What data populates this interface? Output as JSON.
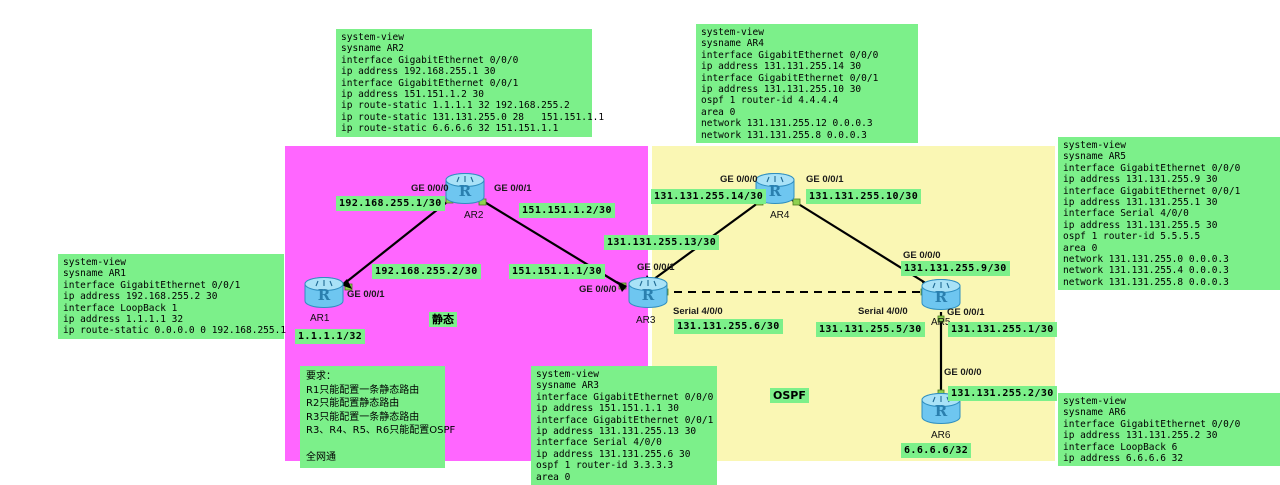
{
  "regions": {
    "static": {
      "label": "静态"
    },
    "ospf": {
      "label": "OSPF"
    }
  },
  "requirements": {
    "text": "要求：\nR1只能配置一条静态路由\nR2只能配置静态路由\nR3只能配置一条静态路由\nR3、R4、R5、R6只能配置OSPF\n\n全网通"
  },
  "configs": {
    "ar1": "system-view\nsysname AR1\ninterface GigabitEthernet 0/0/1\nip address 192.168.255.2 30\ninterface LoopBack 1\nip address 1.1.1.1 32\nip route-static 0.0.0.0 0 192.168.255.1",
    "ar2": "system-view\nsysname AR2\ninterface GigabitEthernet 0/0/0\nip address 192.168.255.1 30\ninterface GigabitEthernet 0/0/1\nip address 151.151.1.2 30\nip route-static 1.1.1.1 32 192.168.255.2\nip route-static 131.131.255.0 28   151.151.1.1\nip route-static 6.6.6.6 32 151.151.1.1",
    "ar3": "system-view\nsysname AR3\ninterface GigabitEthernet 0/0/0\nip address 151.151.1.1 30\ninterface GigabitEthernet 0/0/1\nip address 131.131.255.13 30\ninterface Serial 4/0/0\nip address 131.131.255.6 30\nospf 1 router-id 3.3.3.3\narea 0",
    "ar4": "system-view\nsysname AR4\ninterface GigabitEthernet 0/0/0\nip address 131.131.255.14 30\ninterface GigabitEthernet 0/0/1\nip address 131.131.255.10 30\nospf 1 router-id 4.4.4.4\narea 0\nnetwork 131.131.255.12 0.0.0.3\nnetwork 131.131.255.8 0.0.0.3",
    "ar5": "system-view\nsysname AR5\ninterface GigabitEthernet 0/0/0\nip address 131.131.255.9 30\ninterface GigabitEthernet 0/0/1\nip address 131.131.255.1 30\ninterface Serial 4/0/0\nip address 131.131.255.5 30\nospf 1 router-id 5.5.5.5\narea 0\nnetwork 131.131.255.0 0.0.0.3\nnetwork 131.131.255.4 0.0.0.3\nnetwork 131.131.255.8 0.0.0.3",
    "ar6": "system-view\nsysname AR6\ninterface GigabitEthernet 0/0/0\nip address 131.131.255.2 30\ninterface LoopBack 6\nip address 6.6.6.6 32"
  },
  "routers": {
    "ar1": {
      "name": "AR1"
    },
    "ar2": {
      "name": "AR2"
    },
    "ar3": {
      "name": "AR3"
    },
    "ar4": {
      "name": "AR4"
    },
    "ar5": {
      "name": "AR5"
    },
    "ar6": {
      "name": "AR6"
    }
  },
  "ip_labels": {
    "ar2_g000": "192.168.255.1/30",
    "ar2_g001": "151.151.1.2/30",
    "ar1_g001": "192.168.255.2/30",
    "ar1_loop": "1.1.1.1/32",
    "ar3_g000": "151.151.1.1/30",
    "ar3_g001": "131.131.255.13/30",
    "ar3_s400": "131.131.255.6/30",
    "ar4_g000": "131.131.255.14/30",
    "ar4_g001": "131.131.255.10/30",
    "ar5_g000": "131.131.255.9/30",
    "ar5_s400": "131.131.255.5/30",
    "ar5_g001": "131.131.255.1/30",
    "ar6_g000": "131.131.255.2/30",
    "ar6_loop": "6.6.6.6/32"
  },
  "if_labels": {
    "ar2_left": "GE 0/0/0",
    "ar2_right": "GE 0/0/1",
    "ar1_up": "GE 0/0/1",
    "ar3_up": "GE 0/0/1",
    "ar3_left": "GE 0/0/0",
    "ar3_serial": "Serial 4/0/0",
    "ar4_left": "GE 0/0/0",
    "ar4_right": "GE 0/0/1",
    "ar5_up": "GE 0/0/0",
    "ar5_serial": "Serial 4/0/0",
    "ar5_down": "GE 0/0/1",
    "ar6_up": "GE 0/0/0"
  },
  "colors": {
    "static_region": "#ff66ff",
    "ospf_region": "#faf7b4",
    "config_box": "#7cf08a",
    "router_body": "#6ec6f0",
    "link": "#000000"
  }
}
